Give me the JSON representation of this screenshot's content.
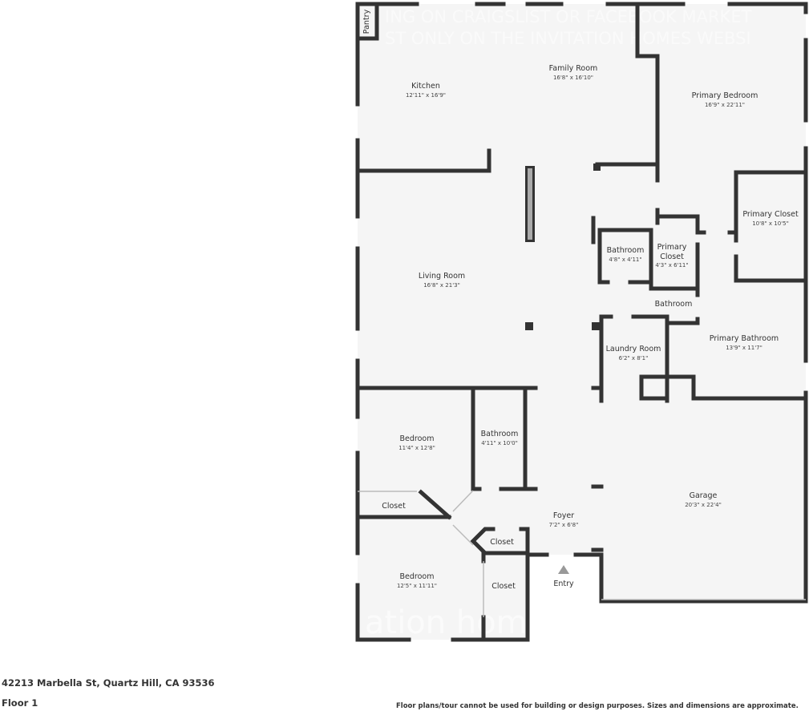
{
  "watermark": {
    "line1": "ING ON CRAIGSLIST OR FACEBOOK MARKET",
    "line2": "ST ONLY ON THE INVITATION HOMES WEBSI",
    "logo": "ation home"
  },
  "rooms": {
    "pantry": {
      "name": "Pantry"
    },
    "kitchen": {
      "name": "Kitchen",
      "dim": "12'11\" x 16'9\""
    },
    "family_room": {
      "name": "Family Room",
      "dim": "16'8\" x 16'10\""
    },
    "primary_bedroom": {
      "name": "Primary Bedroom",
      "dim": "16'9\" x 22'11\""
    },
    "primary_closet_large": {
      "name": "Primary Closet",
      "dim": "10'8\" x 10'5\""
    },
    "bathroom_small": {
      "name": "Bathroom",
      "dim": "4'8\" x 4'11\""
    },
    "primary_closet_small": {
      "name1": "Primary",
      "name2": "Closet",
      "dim": "4'3\" x 6'11\""
    },
    "bathroom_wc": {
      "name": "Bathroom"
    },
    "living_room": {
      "name": "Living Room",
      "dim": "16'8\" x 21'3\""
    },
    "laundry_room": {
      "name": "Laundry Room",
      "dim": "6'2\" x 8'1\""
    },
    "primary_bathroom": {
      "name": "Primary Bathroom",
      "dim": "13'9\" x 11'7\""
    },
    "bedroom_1": {
      "name": "Bedroom",
      "dim": "11'4\" x 12'8\""
    },
    "bathroom_hall": {
      "name": "Bathroom",
      "dim": "4'11\" x 10'0\""
    },
    "closet_1": {
      "name": "Closet"
    },
    "foyer": {
      "name": "Foyer",
      "dim": "7'2\" x 6'8\""
    },
    "closet_foyer": {
      "name": "Closet"
    },
    "bedroom_2": {
      "name": "Bedroom",
      "dim": "12'5\" x 11'11\""
    },
    "closet_2": {
      "name": "Closet"
    },
    "garage": {
      "name": "Garage",
      "dim": "20'3\" x 22'4\""
    }
  },
  "entry": {
    "label": "Entry",
    "icon": "triangle-up-icon"
  },
  "footer": {
    "address": "42213 Marbella St, Quartz Hill, CA 93536",
    "floor": "Floor 1",
    "disclaimer": "Floor plans/tour cannot be used for building or design purposes. Sizes and dimensions are approximate."
  },
  "colors": {
    "wall": "#333333",
    "floor": "#f5f5f5"
  }
}
